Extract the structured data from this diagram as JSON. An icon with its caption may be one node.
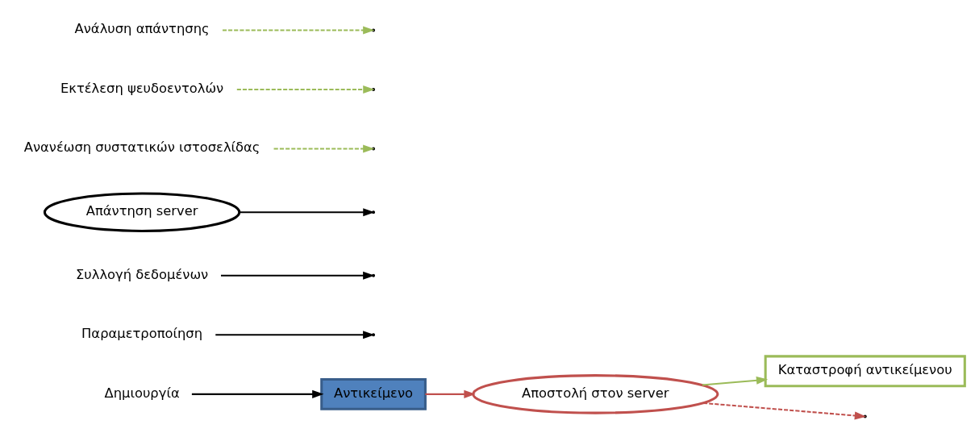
{
  "diagram": {
    "nodes": [
      {
        "text": [
          "Δημιουργία"
        ]
      },
      {
        "text": [
          "Αντικείμενο"
        ]
      },
      {
        "text": [
          "Παραμετροποίηση"
        ]
      },
      {
        "text": [
          "Συλλογή δεδομένων"
        ]
      },
      {
        "text": [
          "Αποστολή στον server"
        ]
      },
      {
        "text": [
          "Απάντηση server"
        ]
      },
      {
        "text": [
          "Καταστροφή αντικείμενου"
        ]
      },
      {
        "text": [
          "Ανανέωση συστατικών ιστοσελίδας"
        ]
      },
      {
        "text": [
          "Εκτέλεση ψευδοεντολών"
        ]
      },
      {
        "text": [
          "Ανάλυση απάντησης"
        ]
      }
    ],
    "edges": [
      {
        "from": 0,
        "to": 1,
        "arrow": "to"
      },
      {
        "from": 2,
        "to": null,
        "arrow": "to"
      },
      {
        "from": 3,
        "to": null,
        "arrow": "to"
      },
      {
        "from": 1,
        "to": 4,
        "arrow": "to",
        "color": "#c0504d"
      },
      {
        "from": 4,
        "to": null,
        "arrow": "to",
        "style": "dashed",
        "color": "#c0504d"
      },
      {
        "from": 4,
        "to": 6,
        "arrow": "to",
        "color": "#9bbb59"
      },
      {
        "from": 5,
        "to": null,
        "arrow": "to"
      },
      {
        "from": 7,
        "to": null,
        "arrow": "to",
        "style": "dashed",
        "color": "#9bbb59"
      },
      {
        "from": 8,
        "to": null,
        "arrow": "to",
        "style": "dashed",
        "color": "#9bbb59"
      },
      {
        "from": 9,
        "to": null,
        "arrow": "to",
        "style": "dashed",
        "color": "#9bbb59"
      }
    ]
  }
}
